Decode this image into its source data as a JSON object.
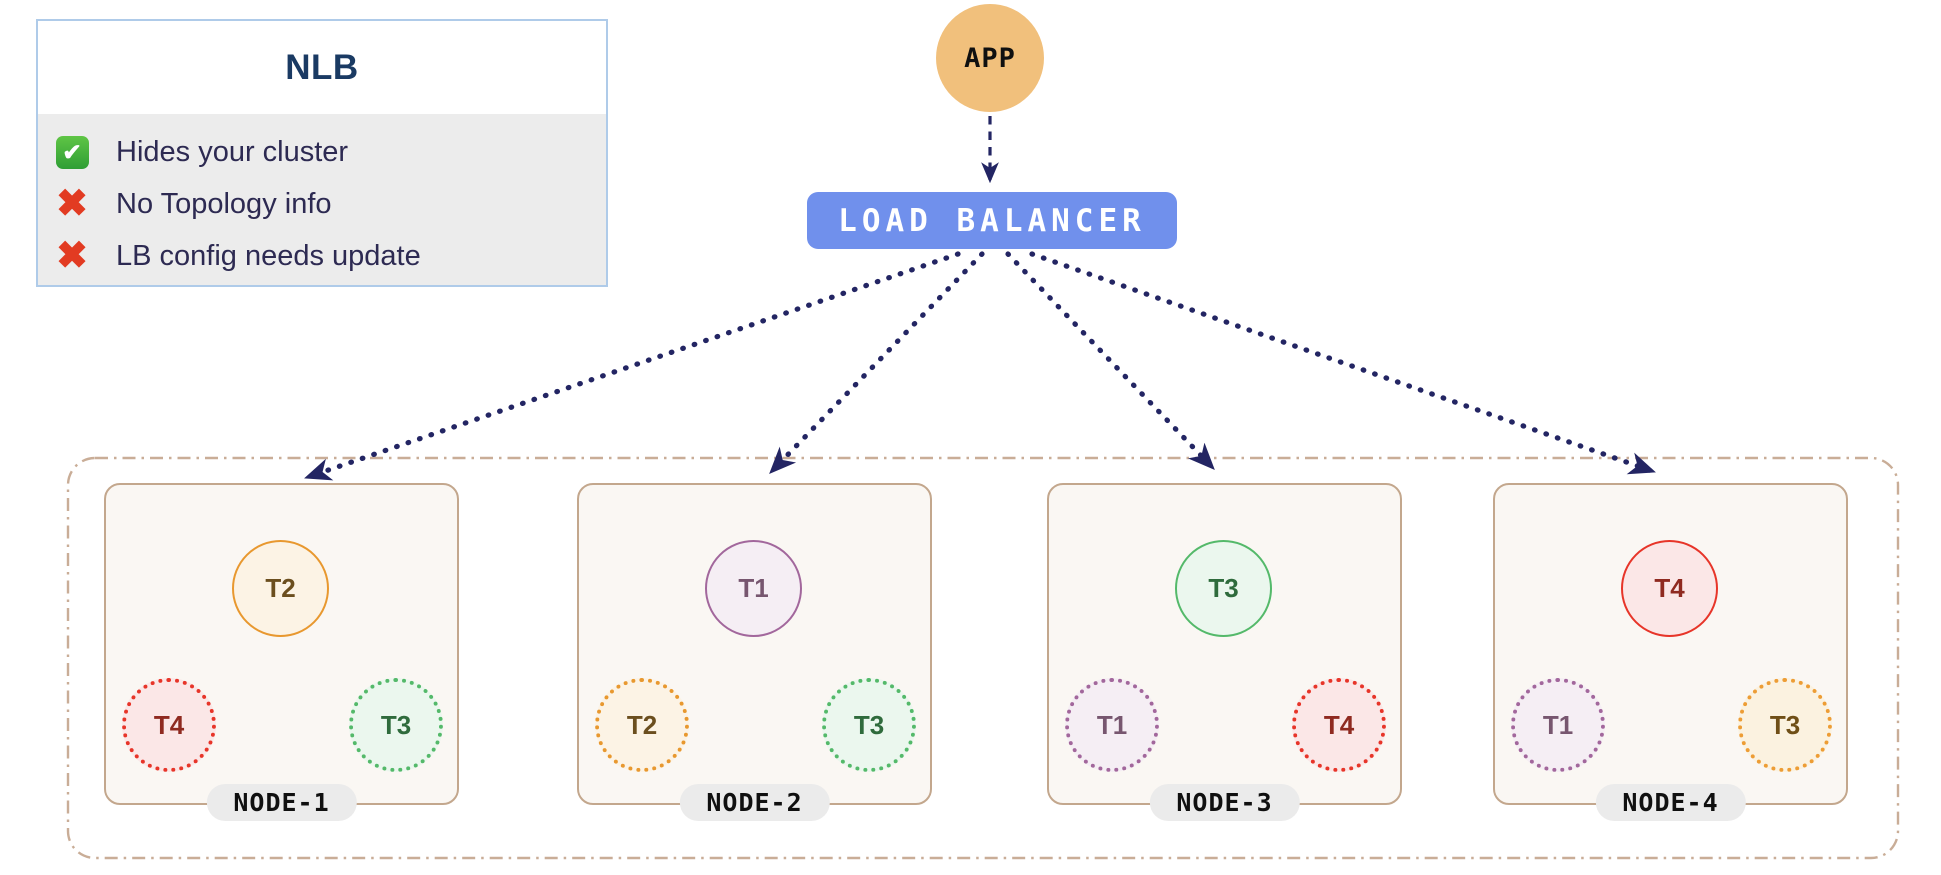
{
  "legend": {
    "title": "NLB",
    "items": [
      {
        "icon": "check-icon",
        "text": "Hides your cluster"
      },
      {
        "icon": "cross-icon",
        "text": "No Topology info"
      },
      {
        "icon": "cross-icon",
        "text": "LB config needs update"
      }
    ]
  },
  "icons": {
    "check": "✔",
    "cross": "✖"
  },
  "app": {
    "label": "APP"
  },
  "load_balancer": {
    "label": "LOAD BALANCER"
  },
  "cluster": {
    "nodes": [
      {
        "label": "NODE-1",
        "tokens": [
          {
            "label": "T2",
            "color": "orange",
            "style": "solid"
          },
          {
            "label": "T4",
            "color": "red",
            "style": "dotted"
          },
          {
            "label": "T3",
            "color": "green",
            "style": "dotted"
          }
        ]
      },
      {
        "label": "NODE-2",
        "tokens": [
          {
            "label": "T1",
            "color": "purple",
            "style": "solid"
          },
          {
            "label": "T2",
            "color": "orange",
            "style": "dotted"
          },
          {
            "label": "T3",
            "color": "green",
            "style": "dotted"
          }
        ]
      },
      {
        "label": "NODE-3",
        "tokens": [
          {
            "label": "T3",
            "color": "green",
            "style": "solid"
          },
          {
            "label": "T1",
            "color": "purple",
            "style": "dotted"
          },
          {
            "label": "T4",
            "color": "red",
            "style": "dotted"
          }
        ]
      },
      {
        "label": "NODE-4",
        "tokens": [
          {
            "label": "T4",
            "color": "red",
            "style": "solid"
          },
          {
            "label": "T1",
            "color": "purple",
            "style": "dotted"
          },
          {
            "label": "T3",
            "color": "amber",
            "style": "dotted"
          }
        ]
      }
    ]
  },
  "colors": {
    "app_fill": "#F1C07C",
    "lb_fill": "#7090EC",
    "lb_text": "#FFFFFF",
    "arrow": "#232563",
    "legend_border": "#AFCBE9",
    "legend_list_bg": "#ECECEC",
    "legend_title_text": "#1A3A63",
    "legend_item_text": "#2D2A52",
    "check_green": "#3BAA3B",
    "cross_red": "#E23B22",
    "cluster_border": "#C9AD97",
    "node_bg": "#FAF7F3",
    "node_border": "#C3A78D",
    "node_pill_bg": "#EBEBEB",
    "token_orange_border": "#E8982F",
    "token_purple_border": "#A2679C",
    "token_green_border": "#54B96A",
    "token_red_border": "#E73529",
    "token_amber_border": "#ED9D35"
  }
}
